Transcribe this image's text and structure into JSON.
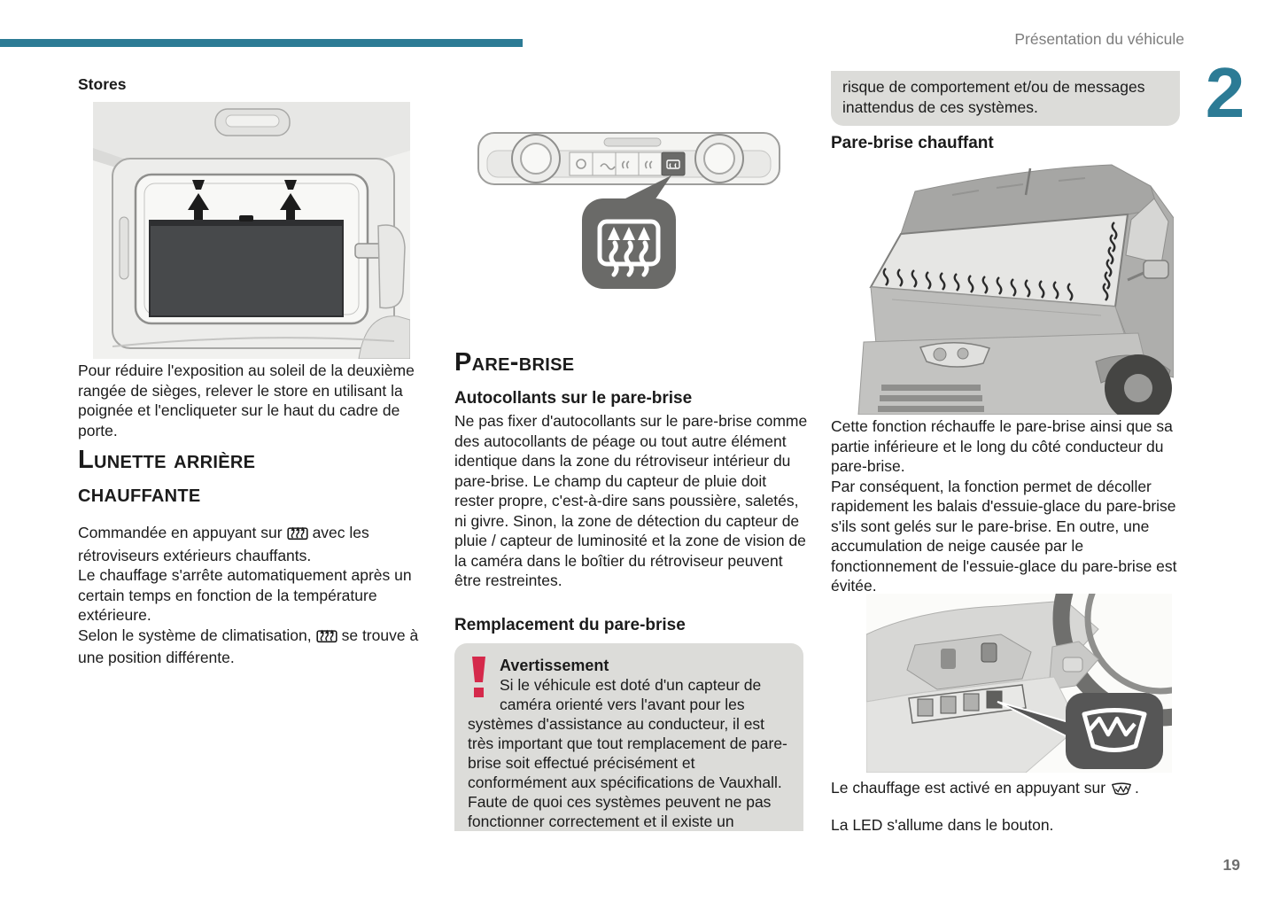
{
  "header": {
    "title": "Présentation du véhicule",
    "chapter": "2",
    "page_number": "19"
  },
  "colors": {
    "accent_teal": "#2c7b95",
    "box_gray": "#dcdcd9",
    "warning_red": "#d5294b",
    "body_text": "#1b1b1b"
  },
  "left": {
    "stores_heading": "Stores",
    "stores_text": "Pour réduire l'exposition au soleil de la deuxième rangée de sièges, relever le store en utilisant la poignée et l'encliqueter sur le haut du cadre de porte.",
    "heading": "Lunette arrière chauffante",
    "p1_before": "Commandée en appuyant sur",
    "p1_after": "avec les rétroviseurs extérieurs chauffants.",
    "p2": "Le chauffage s'arrête automatiquement après un certain temps en fonction de la température extérieure.",
    "p3_before": "Selon le système de climatisation,",
    "p3_after": "se trouve à une position différente."
  },
  "middle": {
    "heading": "Pare-brise",
    "sub1": "Autocollants sur le pare-brise",
    "body1": "Ne pas fixer d'autocollants sur le pare-brise comme des autocollants de péage ou tout autre élément identique dans la zone du rétroviseur intérieur du pare-brise. Le champ du capteur de pluie doit rester propre, c'est-à-dire sans poussière, saletés, ni givre. Sinon, la zone de détection du capteur de pluie / capteur de luminosité et la zone de vision de la caméra dans le boîtier du rétroviseur peuvent être restreintes.",
    "sub2": "Remplacement du pare-brise",
    "warning_title": "Avertissement",
    "warning_text": "Si le véhicule est doté d'un capteur de caméra orienté vers l'avant pour les systèmes d'assistance au conducteur, il est très important que tout remplacement de pare-brise soit effectué précisément et conformément aux spécifications de Vauxhall. Faute de quoi ces systèmes peuvent ne pas fonctionner correctement et il existe un"
  },
  "right": {
    "warning_continuation": "risque de comportement et/ou de messages inattendus de ces systèmes.",
    "heading": "Pare-brise chauffant",
    "p1": "Cette fonction réchauffe le pare-brise ainsi que sa partie inférieure et le long du côté conducteur du pare-brise.",
    "p2": "Par conséquent, la fonction permet de décoller rapidement les balais d'essuie-glace du pare-brise s'ils sont gelés sur le pare-brise. En outre, une accumulation de neige causée par le fonctionnement de l'essuie-glace du pare-brise est évitée.",
    "activation_before": "Le chauffage est activé en appuyant sur",
    "activation_after": ".",
    "led": "La LED s'allume dans le bouton."
  },
  "icons": {
    "heated_rear_window": "heated-rear-window-icon",
    "heated_windshield": "heated-windshield-icon",
    "warning_exclamation": "exclamation-icon"
  }
}
